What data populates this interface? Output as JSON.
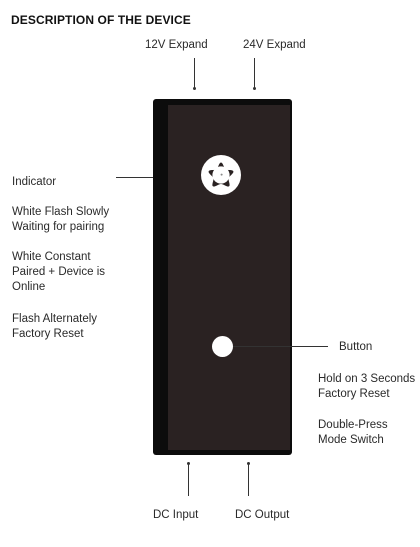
{
  "title": "DESCRIPTION OF THE DEVICE",
  "top_labels": {
    "expand_12v": "12V Expand",
    "expand_24v": "24V Expand"
  },
  "bottom_labels": {
    "dc_input": "DC Input",
    "dc_output": "DC Output"
  },
  "indicator": {
    "label": "Indicator",
    "states": [
      [
        "White Flash Slowly",
        "Waiting for pairing"
      ],
      [
        "White Constant",
        "Paired + Device is",
        "Online"
      ],
      [
        "Flash Alternately",
        "Factory Reset"
      ]
    ]
  },
  "button": {
    "label": "Button",
    "actions": [
      [
        "Hold on 3 Seconds",
        "Factory Reset"
      ],
      [
        "Double-Press",
        "Mode Switch"
      ]
    ]
  },
  "colors": {
    "device_body": "#2a2222",
    "device_edge": "#0c0c0c",
    "led_white": "#ffffff"
  }
}
